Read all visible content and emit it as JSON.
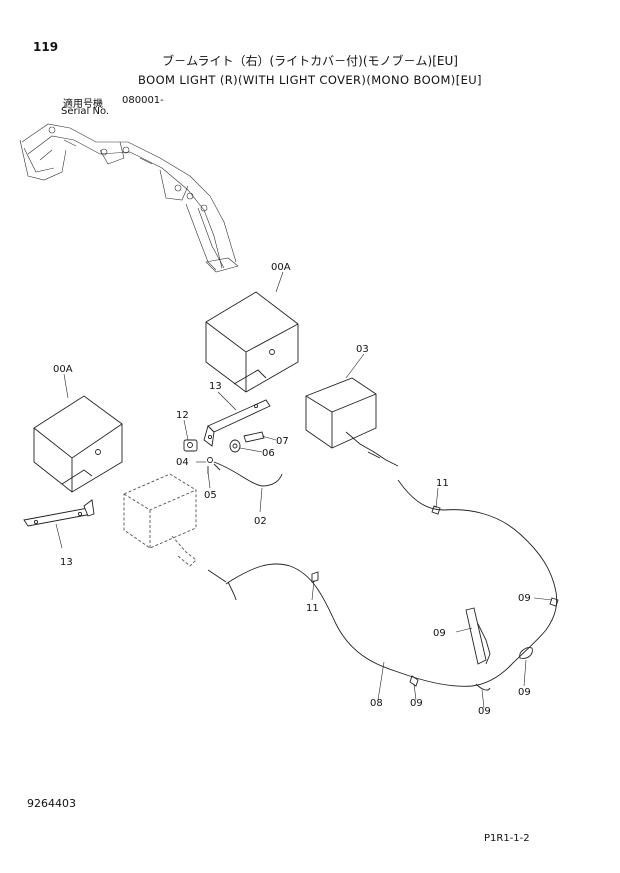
{
  "header": {
    "page_number": "119",
    "title_jp": "ブ－ムライト（右）(ライトカバ－付)(モノブ－ム)[EU]",
    "title_en": "BOOM LIGHT (R)(WITH LIGHT COVER)(MONO BOOM)[EU]",
    "serial_label_jp": "適用号機",
    "serial_label_en": "Serial No.",
    "serial_value": "080001-"
  },
  "callouts": {
    "c00a_top": "00A",
    "c00a_left": "00A",
    "c03": "03",
    "c13_top": "13",
    "c13_left": "13",
    "c12": "12",
    "c07": "07",
    "c06": "06",
    "c04": "04",
    "c05": "05",
    "c02": "02",
    "c11_right": "11",
    "c11_mid": "11",
    "c09_a": "09",
    "c09_b": "09",
    "c09_c": "09",
    "c09_d": "09",
    "c09_e": "09",
    "c08": "08"
  },
  "footer": {
    "drawing_number": "9264403",
    "page_code": "P1R1-1-2"
  }
}
